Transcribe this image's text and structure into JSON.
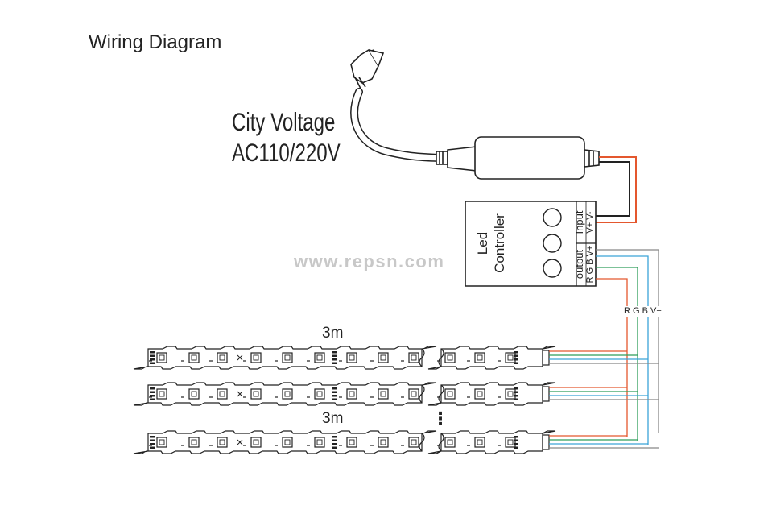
{
  "title": "Wiring Diagram",
  "supply": {
    "line1": "City Voltage",
    "line2": "AC110/220V"
  },
  "controller": {
    "label_line1": "Led",
    "label_line2": "Controller",
    "input_label": "Input",
    "input_pins": "V+ V-",
    "output_label": "output",
    "output_pins": "R G B V+"
  },
  "watermark": "www.repsn.com",
  "bus_label": "R G B V+",
  "strip_length_top": "3m",
  "strip_length_bottom": "3m",
  "ellipsis": "⋮",
  "colors": {
    "red": "#e4572e",
    "green": "#2e9e5b",
    "blue": "#3ba3d8",
    "black": "#222222",
    "gray": "#888888"
  },
  "icons": [
    "power-plug-icon",
    "scissors-icon",
    "led-chip-icon"
  ]
}
